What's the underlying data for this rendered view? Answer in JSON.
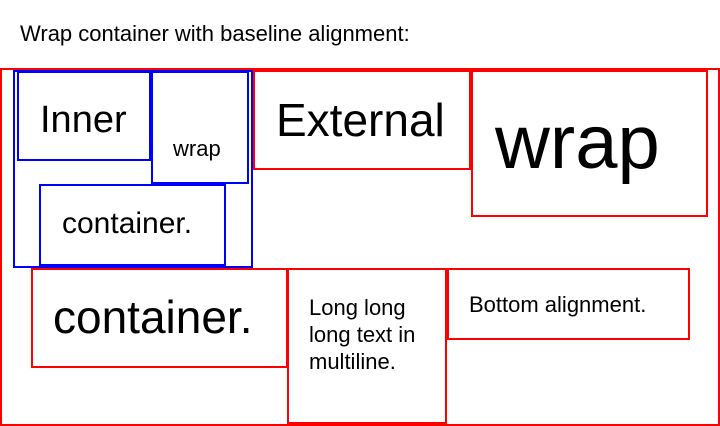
{
  "header": {
    "title": "Wrap container with baseline alignment:"
  },
  "colors": {
    "outer_border": "#ff0000",
    "inner_border": "#0000ff",
    "text": "#000000",
    "background": "#ffffff"
  },
  "outer_container": {
    "items": {
      "inner_container": {
        "items": [
          "Inner",
          "wrap",
          "container."
        ]
      },
      "external": "External",
      "wrap": "wrap",
      "container": "container.",
      "long_text": "Long long long text in multiline.",
      "bottom": "Bottom alignment."
    }
  }
}
